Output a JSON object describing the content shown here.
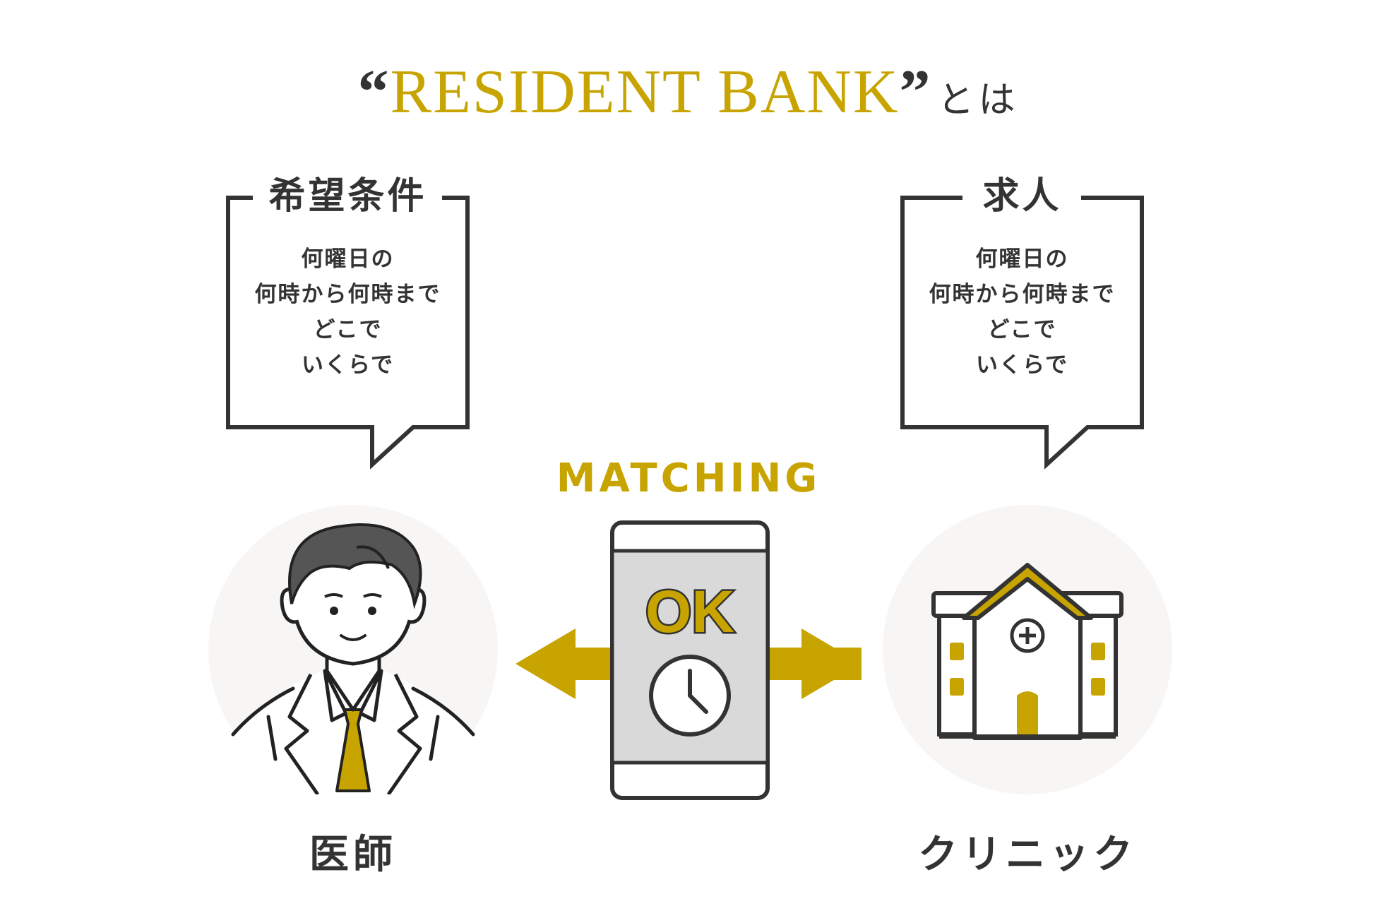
{
  "title": {
    "open_quote": "“",
    "brand": "RESIDENT BANK",
    "close_quote": "”",
    "suffix": "とは"
  },
  "left_bubble": {
    "heading": "希望条件",
    "lines": [
      "何曜日の",
      "何時から何時まで",
      "どこで",
      "いくらで"
    ]
  },
  "right_bubble": {
    "heading": "求人",
    "lines": [
      "何曜日の",
      "何時から何時まで",
      "どこで",
      "いくらで"
    ]
  },
  "center": {
    "matching_label": "MATCHING",
    "phone_text": "OK"
  },
  "left_party": {
    "label": "医師"
  },
  "right_party": {
    "label": "クリニック"
  },
  "colors": {
    "accent": "#c8a400",
    "dark": "#333333",
    "phone_screen": "#d9d9d9",
    "circle_bg": "#f7f6f4"
  },
  "icons": [
    "doctor-illustration",
    "smartphone-icon",
    "clock-icon",
    "clinic-building-icon",
    "double-arrow-icon"
  ]
}
